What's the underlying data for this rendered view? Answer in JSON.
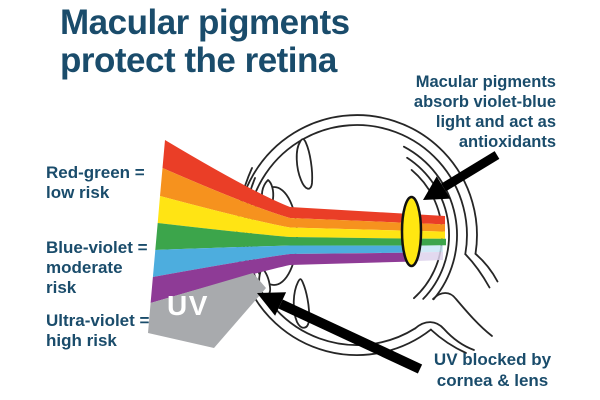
{
  "title": "Macular pigments\nprotect the retina",
  "annotations": {
    "macular_pigments": "Macular pigments\nabsorb violet-blue\nlight and act as\nantioxidants",
    "uv_blocked": "UV blocked by\ncornea & lens"
  },
  "risk_labels": {
    "red_green": "Red-green =\nlow risk",
    "blue_violet": "Blue-violet =\nmoderate\nrisk",
    "ultra_violet": "Ultra-violet =\nhigh risk"
  },
  "uv_label": "UV",
  "spectrum": {
    "bands": [
      {
        "name": "red",
        "color": "#ea3e27"
      },
      {
        "name": "orange",
        "color": "#f6921e"
      },
      {
        "name": "yellow",
        "color": "#ffe414"
      },
      {
        "name": "green",
        "color": "#3ca54b"
      },
      {
        "name": "blue",
        "color": "#4dadde"
      },
      {
        "name": "violet",
        "color": "#8e3b96"
      },
      {
        "name": "ultraviolet",
        "color": "#a8aaad"
      }
    ],
    "absorbed_colors": {
      "blue": "#c9e6f6",
      "violet": "#ddd2ec"
    }
  },
  "colors": {
    "text": "#1a4c6b",
    "background": "#ffffff",
    "line_art": "#262626",
    "arrow": "#000000",
    "macula_fill": "#ffe711",
    "macula_stroke": "#111111",
    "uv_text": "#ffffff"
  }
}
